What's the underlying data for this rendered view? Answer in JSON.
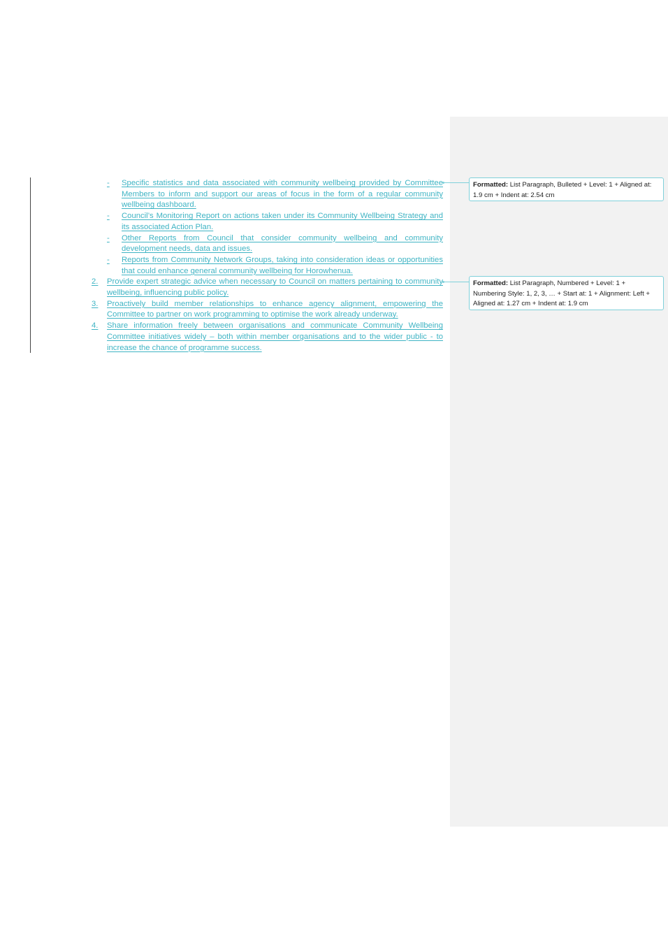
{
  "document": {
    "bullets": [
      {
        "marker": "-",
        "text": "Specific statistics and data associated with community wellbeing provided by Committee Members to inform and support our areas of focus in the form of a regular community wellbeing dashboard."
      },
      {
        "marker": "-",
        "text": "Council’s Monitoring Report on actions taken under its Community Wellbeing Strategy and its associated Action Plan."
      },
      {
        "marker": "-",
        "text": "Other Reports from Council that consider community wellbeing and community development needs, data and issues."
      },
      {
        "marker": "-",
        "text": "Reports from Community Network Groups, taking into consideration ideas or opportunities that could enhance general community wellbeing for Horowhenua."
      }
    ],
    "numbered": [
      {
        "marker": "2.",
        "text": "Provide expert strategic advice when necessary to Council on matters pertaining to community wellbeing, influencing public policy."
      },
      {
        "marker": "3.",
        "text": "Proactively build member relationships to enhance agency alignment, empowering the Committee to partner on work programming to optimise the work already underway."
      },
      {
        "marker": "4.",
        "text": "Share information freely between organisations and communicate Community Wellbeing Committee initiatives widely – both within member organisations and to the wider public - to increase the chance of programme success."
      }
    ]
  },
  "comments": [
    {
      "label": "Formatted:",
      "text": "List Paragraph, Bulleted + Level: 1 + Aligned at:  1.9 cm + Indent at:  2.54 cm"
    },
    {
      "label": "Formatted:",
      "text": "List Paragraph, Numbered + Level: 1 + Numbering Style: 1, 2, 3, … + Start at: 1 + Alignment: Left + Aligned at:  1.27 cm + Indent at:  1.9 cm"
    }
  ],
  "colors": {
    "tracked_insertion": "#3fb4c4",
    "comment_border": "#7fd0da",
    "markup_pane": "#f2f2f2"
  }
}
